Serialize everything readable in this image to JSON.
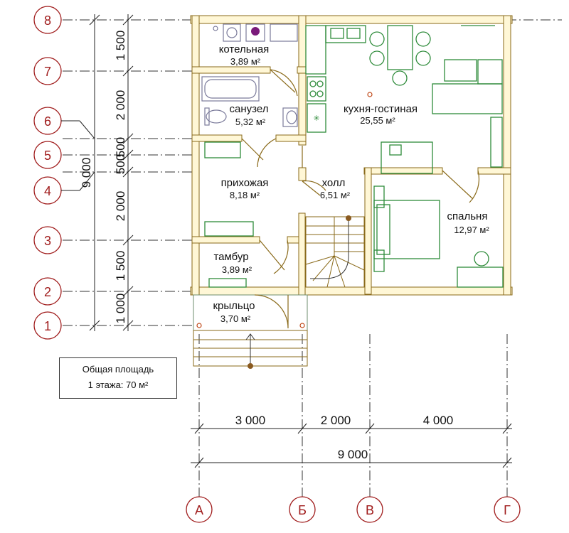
{
  "rooms": {
    "boiler": {
      "name": "котельная",
      "area": "3,89 м²"
    },
    "bathroom": {
      "name": "санузел",
      "area": "5,32 м²"
    },
    "kitchen": {
      "name": "кухня-гостиная",
      "area": "25,55 м²"
    },
    "hallway": {
      "name": "прихожая",
      "area": "8,18 м²"
    },
    "hall": {
      "name": "холл",
      "area": "6,51 м²"
    },
    "bedroom": {
      "name": "спальня",
      "area": "12,97 м²"
    },
    "vestibule": {
      "name": "тамбур",
      "area": "3,89 м²"
    },
    "porch": {
      "name": "крыльцо",
      "area": "3,70 м²"
    }
  },
  "axes_rows": [
    "1",
    "2",
    "3",
    "4",
    "5",
    "6",
    "7",
    "8"
  ],
  "axes_cols": [
    "А",
    "Б",
    "В",
    "Г"
  ],
  "dims_horizontal": [
    "3 000",
    "2 000",
    "4 000"
  ],
  "dim_total_horizontal": "9 000",
  "dims_vertical": [
    "1 000",
    "1 500",
    "2 000",
    "500",
    "500",
    "2 000",
    "1 500"
  ],
  "dim_total_vertical": "9 000",
  "note": {
    "line1": "Общая площадь",
    "line2": "1 этажа: 70 м²"
  },
  "colors": {
    "axis_circle": "#a01c1c",
    "wall_fill": "#fff7d6",
    "wall_stroke": "#8a6a1a",
    "equipment": "#2e8b3a"
  }
}
